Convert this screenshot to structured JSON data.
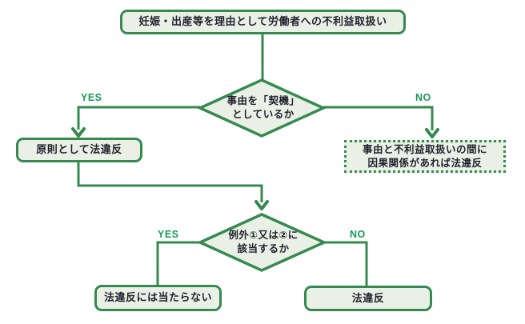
{
  "colors": {
    "line_green": "#358a4f",
    "label_green": "#179b57",
    "node_fill": "#eaf0e6",
    "text_dark": "#22232e"
  },
  "flowchart": {
    "start": "妊娠・出産等を理由として労働者への不利益取扱い",
    "decision1": {
      "line1": "事由を「契機」",
      "line2": "としているか",
      "yes": "YES",
      "no": "NO"
    },
    "principle": "原則として法違反",
    "causal": {
      "line1": "事由と不利益取扱いの間に",
      "line2": "因果関係があれば法違反"
    },
    "decision2": {
      "line1": "例外①又は②に",
      "line2": "該当するか",
      "yes": "YES",
      "no": "NO"
    },
    "no_violation": "法違反には当たらない",
    "violation": "法違反"
  }
}
